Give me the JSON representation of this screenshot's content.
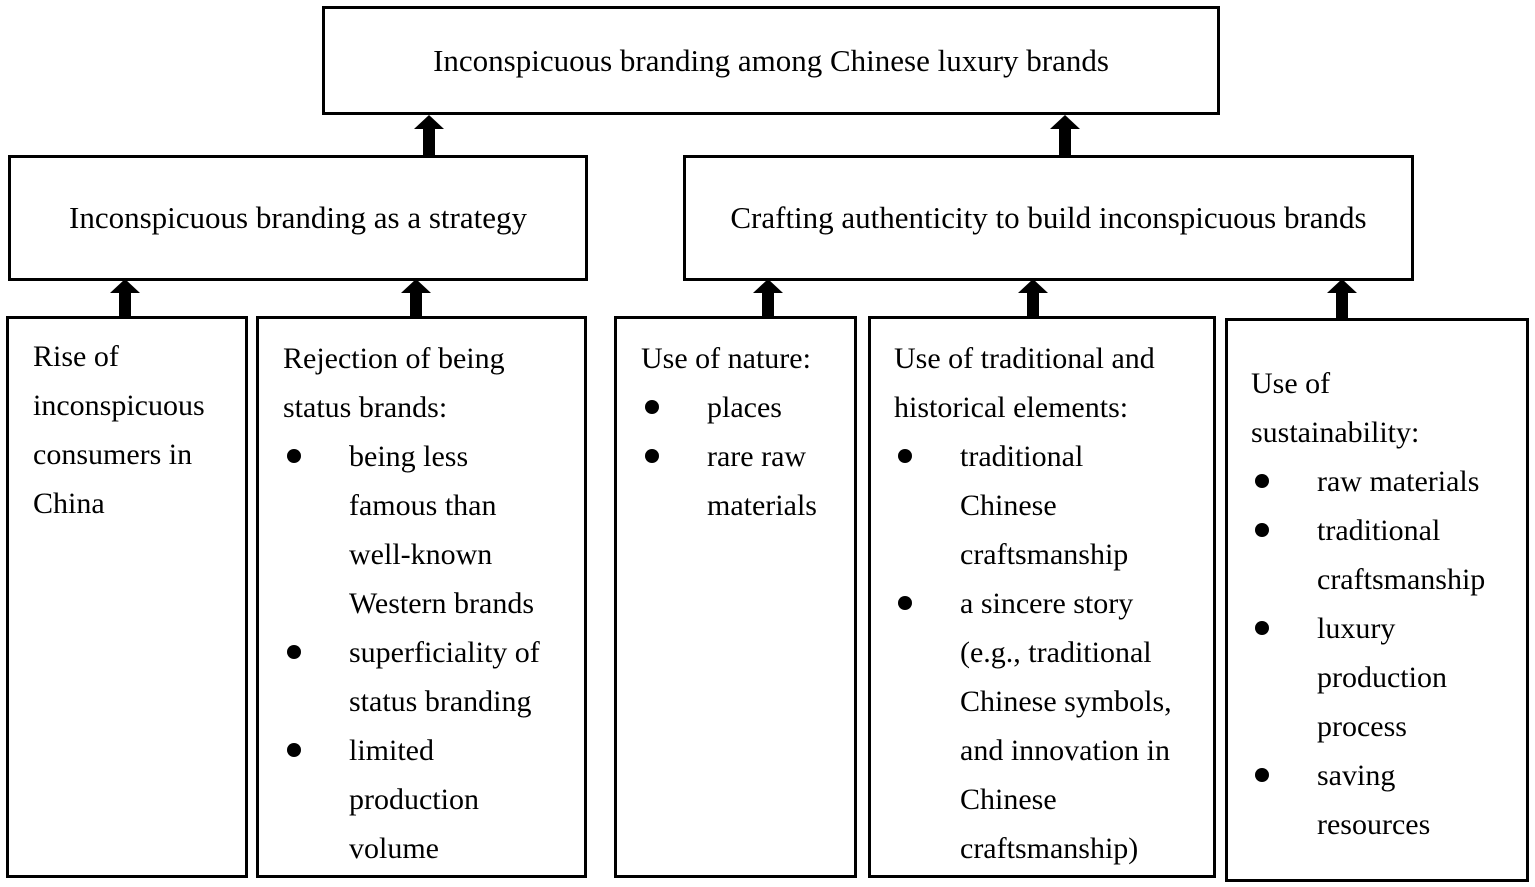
{
  "top": {
    "title": "Inconspicuous branding among Chinese luxury brands"
  },
  "mid": {
    "left": "Inconspicuous branding as a strategy",
    "right": "Crafting authenticity to build inconspicuous brands"
  },
  "leaves": {
    "rise": {
      "lines": [
        "Rise of",
        "inconspicuous",
        "consumers in",
        "China"
      ]
    },
    "rejection": {
      "head": [
        "Rejection of being",
        "status brands:"
      ],
      "items": [
        [
          "being less",
          "famous than",
          "well-known",
          "Western brands"
        ],
        [
          "superficiality of",
          "status branding"
        ],
        [
          "limited",
          "production",
          "volume"
        ]
      ]
    },
    "nature": {
      "head": [
        "Use of nature:"
      ],
      "items": [
        [
          "places"
        ],
        [
          "rare raw",
          "materials"
        ]
      ]
    },
    "traditional": {
      "head": [
        "Use of traditional and",
        "historical elements:"
      ],
      "items": [
        [
          "traditional",
          "Chinese",
          "craftsmanship"
        ],
        [
          "a sincere story",
          "(e.g., traditional",
          "Chinese symbols,",
          "and innovation in",
          "Chinese",
          "craftsmanship)"
        ]
      ]
    },
    "sustainability": {
      "head": [
        "Use of",
        "sustainability:"
      ],
      "items": [
        [
          "raw materials"
        ],
        [
          "traditional",
          "craftsmanship"
        ],
        [
          "luxury",
          "production",
          "process"
        ],
        [
          "saving",
          "resources"
        ]
      ]
    }
  }
}
